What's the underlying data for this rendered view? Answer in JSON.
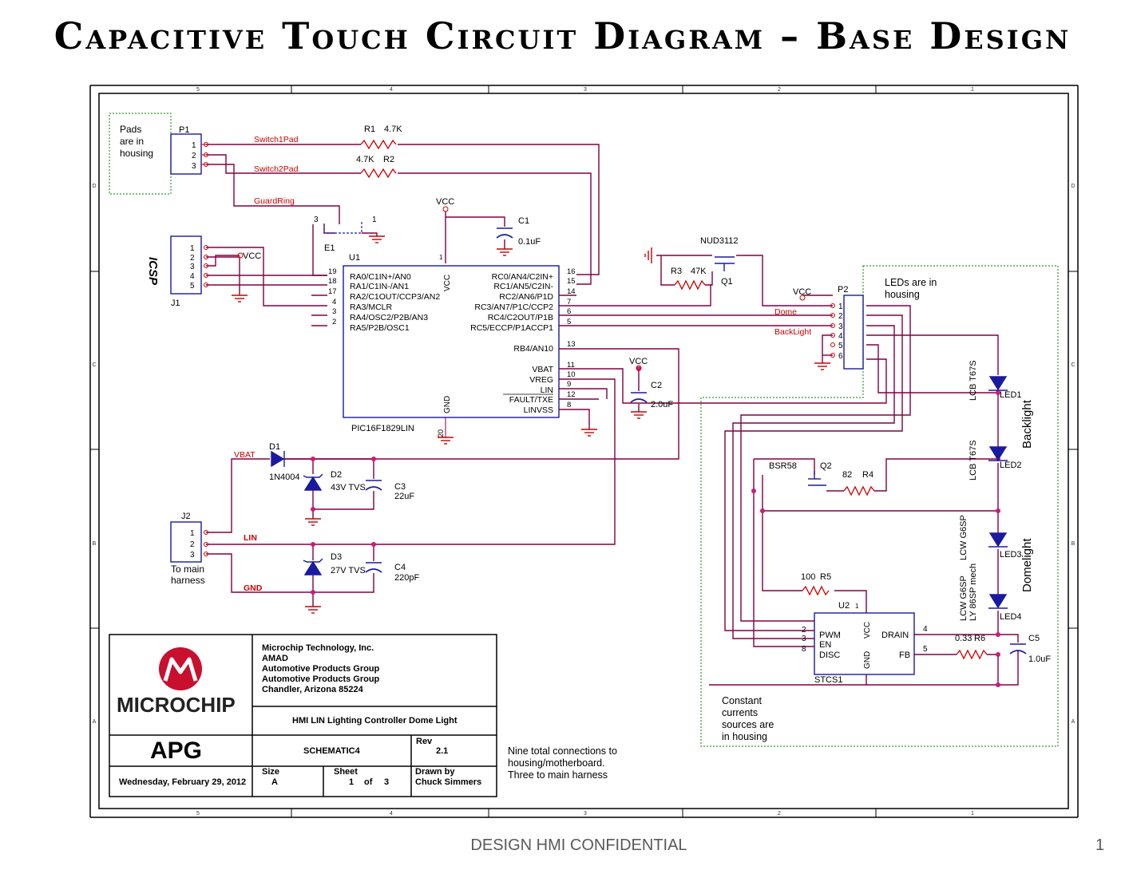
{
  "slide": {
    "title": "Capacitive Touch Circuit Diagram – Base Design",
    "footer": "DESIGN HMI CONFIDENTIAL",
    "page_number": "1"
  },
  "colors": {
    "wire": "#800040",
    "pin": "#cc0000",
    "part": "#1a1aa0",
    "ground": "#cc0000",
    "border": "#000000",
    "dotted_box": "#2e9a2e",
    "logo": "#c8102e"
  },
  "frame": {
    "col_labels": [
      "5",
      "4",
      "3",
      "2",
      "1"
    ],
    "row_labels": [
      "D",
      "C",
      "B",
      "A"
    ]
  },
  "notes": {
    "pads_in_housing": [
      "Pads",
      "are in",
      "housing"
    ],
    "leds_in_housing": [
      "LEDs are in",
      "housing"
    ],
    "constant_currents": [
      "Constant",
      "currents",
      "sources are",
      "in housing"
    ],
    "to_main_harness": [
      "To main",
      "harness"
    ],
    "nine_connections": [
      "Nine total connections to",
      "housing/motherboard.",
      "Three to main harness"
    ]
  },
  "nets": {
    "switch1pad": "Switch1Pad",
    "switch2pad": "Switch2Pad",
    "guardring": "GuardRing",
    "vcc": "VCC",
    "vbat": "VBAT",
    "lin": "LIN",
    "gnd": "GND",
    "dome": "Dome",
    "backlight": "BackLight"
  },
  "connectors": {
    "p1": {
      "ref": "P1",
      "pins": [
        "1",
        "2",
        "3"
      ]
    },
    "j1": {
      "ref": "J1",
      "label": "ICSP",
      "pins": [
        "1",
        "2",
        "3",
        "4",
        "5"
      ]
    },
    "j2": {
      "ref": "J2",
      "pins": [
        "1",
        "2",
        "3"
      ]
    },
    "p2": {
      "ref": "P2",
      "pins": [
        "1",
        "2",
        "3",
        "4",
        "5",
        "6"
      ]
    }
  },
  "u1": {
    "ref": "U1",
    "part": "PIC16F1829LIN",
    "vcc_label": "VCC",
    "vcc_pin": "1",
    "gnd_label": "GND",
    "gnd_pin": "20",
    "left_pins": [
      {
        "num": "19",
        "name": "RA0/C1IN+/AN0"
      },
      {
        "num": "18",
        "name": "RA1/C1IN-/AN1"
      },
      {
        "num": "17",
        "name": "RA2/C1OUT/CCP3/AN2"
      },
      {
        "num": "4",
        "name": "RA3/MCLR"
      },
      {
        "num": "3",
        "name": "RA4/OSC2/P2B/AN3"
      },
      {
        "num": "2",
        "name": "RA5/P2B/OSC1"
      }
    ],
    "right_pins": [
      {
        "num": "16",
        "name": "RC0/AN4/C2IN+"
      },
      {
        "num": "15",
        "name": "RC1/AN5/C2IN-"
      },
      {
        "num": "14",
        "name": "RC2/AN6/P1D"
      },
      {
        "num": "7",
        "name": "RC3/AN7/P1C/CCP2"
      },
      {
        "num": "6",
        "name": "RC4/C2OUT/P1B"
      },
      {
        "num": "5",
        "name": "RC5/ECCP/P1ACCP1"
      },
      {
        "num": "13",
        "name": "RB4/AN10"
      },
      {
        "num": "11",
        "name": "VBAT"
      },
      {
        "num": "10",
        "name": "VREG"
      },
      {
        "num": "9",
        "name": "LIN"
      },
      {
        "num": "12",
        "name": "FAULT/TXE"
      },
      {
        "num": "8",
        "name": "LINVSS"
      }
    ]
  },
  "u2": {
    "ref": "U2",
    "part": "STCS1",
    "pins_left": [
      {
        "num": "2",
        "name": "PWM"
      },
      {
        "num": "3",
        "name": "EN"
      },
      {
        "num": "8",
        "name": "DISC"
      }
    ],
    "pins_right": [
      {
        "num": "4",
        "name": "DRAIN"
      },
      {
        "num": "5",
        "name": "FB"
      }
    ],
    "vcc_label": "VCC",
    "gnd_label": "GND",
    "top_pin": "1"
  },
  "components": {
    "r1": {
      "ref": "R1",
      "value": "4.7K"
    },
    "r2": {
      "ref": "R2",
      "value": "4.7K"
    },
    "r3": {
      "ref": "R3",
      "value": "47K"
    },
    "r4": {
      "ref": "R4",
      "value": "82"
    },
    "r5": {
      "ref": "R5",
      "value": "100"
    },
    "r6": {
      "ref": "R6",
      "value": "0.33"
    },
    "c1": {
      "ref": "C1",
      "value": "0.1uF"
    },
    "c2": {
      "ref": "C2",
      "value": "2.0uF"
    },
    "c3": {
      "ref": "C3",
      "value": "22uF"
    },
    "c4": {
      "ref": "C4",
      "value": "220pF"
    },
    "c5": {
      "ref": "C5",
      "value": "1.0uF"
    },
    "d1": {
      "ref": "D1",
      "value": "1N4004"
    },
    "d2": {
      "ref": "D2",
      "value": "43V TVS"
    },
    "d3": {
      "ref": "D3",
      "value": "27V TVS"
    },
    "e1": {
      "ref": "E1",
      "pins": [
        "3",
        "1"
      ]
    },
    "q1": {
      "ref": "Q1",
      "part": "NUD3112"
    },
    "q2": {
      "ref": "Q2",
      "part": "BSR58"
    },
    "led1": {
      "ref": "LED1",
      "part": "LCB T67S"
    },
    "led2": {
      "ref": "LED2",
      "part": "LCB T67S"
    },
    "led3": {
      "ref": "LED3",
      "part": "LCW G6SP"
    },
    "led4": {
      "ref": "LED4",
      "part": "LCW G6SP",
      "part2": "LY 86SP mech"
    },
    "backlight_group": "Backlight",
    "domelight_group": "Domelight"
  },
  "title_block": {
    "company": [
      "Microchip Technology, Inc.",
      "AMAD",
      "Automotive Products Group",
      "Automotive Products Group",
      "Chandler, Arizona 85224"
    ],
    "logo_text": "MICROCHIP",
    "apg": "APG",
    "title": "HMI LIN Lighting Controller Dome Light",
    "doc": "SCHEMATIC4",
    "rev_label": "Rev",
    "rev": "2.1",
    "date": "Wednesday, February 29, 2012",
    "size_label": "Size",
    "size": "A",
    "sheet_label": "Sheet",
    "sheet": "1",
    "of_label": "of",
    "sheet_total": "3",
    "drawn_label": "Drawn by",
    "drawn_by": "Chuck Simmers"
  }
}
